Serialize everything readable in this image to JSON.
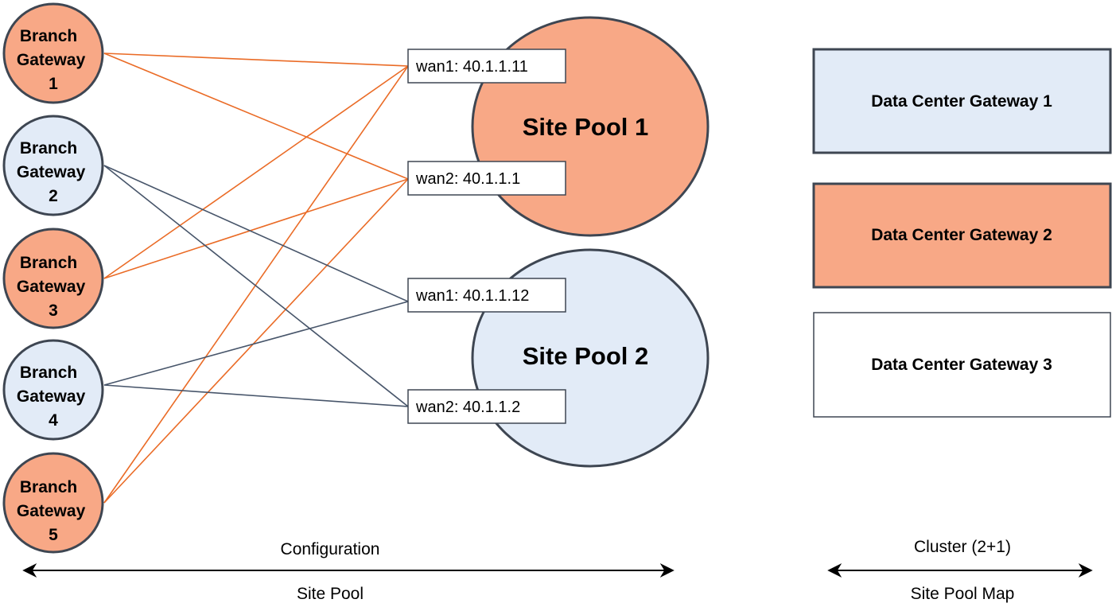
{
  "colors": {
    "orange_fill": "#f8a886",
    "blue_fill": "#e2ebf7",
    "stroke": "#3e4652",
    "orange_line": "#ea6b26",
    "slate_line": "#47556a",
    "white": "#ffffff"
  },
  "branches": [
    {
      "id": "bg1",
      "lines": [
        "Branch",
        "Gateway",
        "1"
      ],
      "fill": "orange"
    },
    {
      "id": "bg2",
      "lines": [
        "Branch",
        "Gateway",
        "2"
      ],
      "fill": "blue"
    },
    {
      "id": "bg3",
      "lines": [
        "Branch",
        "Gateway",
        "3"
      ],
      "fill": "orange"
    },
    {
      "id": "bg4",
      "lines": [
        "Branch",
        "Gateway",
        "4"
      ],
      "fill": "blue"
    },
    {
      "id": "bg5",
      "lines": [
        "Branch",
        "Gateway",
        "5"
      ],
      "fill": "orange"
    }
  ],
  "site_pools": [
    {
      "id": "sp1",
      "label": "Site Pool 1",
      "fill": "orange"
    },
    {
      "id": "sp2",
      "label": "Site Pool 2",
      "fill": "blue"
    }
  ],
  "wan_labels": [
    {
      "id": "w1",
      "text": "wan1: 40.1.1.11"
    },
    {
      "id": "w2",
      "text": "wan2: 40.1.1.1"
    },
    {
      "id": "w3",
      "text": "wan1: 40.1.1.12"
    },
    {
      "id": "w4",
      "text": "wan2: 40.1.1.2"
    }
  ],
  "connections": [
    {
      "from": "bg1",
      "to": "w1",
      "color": "orange"
    },
    {
      "from": "bg1",
      "to": "w2",
      "color": "orange"
    },
    {
      "from": "bg3",
      "to": "w1",
      "color": "orange"
    },
    {
      "from": "bg3",
      "to": "w2",
      "color": "orange"
    },
    {
      "from": "bg5",
      "to": "w1",
      "color": "orange"
    },
    {
      "from": "bg5",
      "to": "w2",
      "color": "orange"
    },
    {
      "from": "bg2",
      "to": "w3",
      "color": "slate"
    },
    {
      "from": "bg2",
      "to": "w4",
      "color": "slate"
    },
    {
      "from": "bg4",
      "to": "w3",
      "color": "slate"
    },
    {
      "from": "bg4",
      "to": "w4",
      "color": "slate"
    }
  ],
  "data_centers": [
    {
      "id": "dc1",
      "label": "Data Center Gateway 1",
      "fill": "blue"
    },
    {
      "id": "dc2",
      "label": "Data Center Gateway 2",
      "fill": "orange"
    },
    {
      "id": "dc3",
      "label": "Data Center Gateway 3",
      "fill": "white"
    }
  ],
  "captions": {
    "configuration": "Configuration",
    "site_pool": "Site Pool",
    "cluster": "Cluster (2+1)",
    "site_pool_map": "Site Pool Map"
  }
}
